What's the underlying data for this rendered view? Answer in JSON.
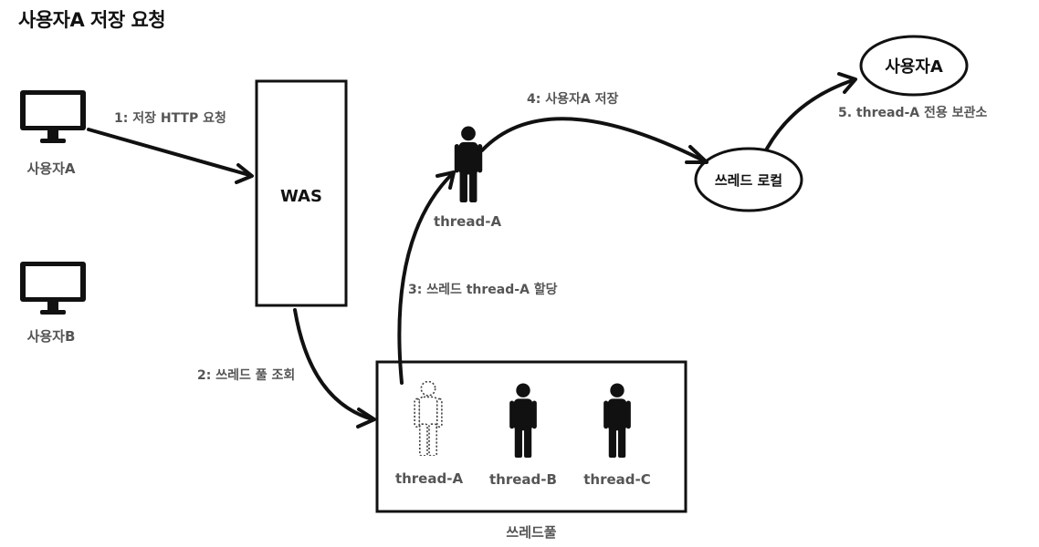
{
  "title": "사용자A 저장 요청",
  "clients": {
    "user_a": "사용자A",
    "user_b": "사용자B"
  },
  "was": "WAS",
  "steps": {
    "s1": "1: 저장 HTTP 요청",
    "s2": "2: 쓰레드 풀 조회",
    "s3": "3: 쓰레드 thread-A 할당",
    "s4": "4: 사용자A 저장",
    "s5": "5. thread-A 전용 보관소"
  },
  "active_thread": "thread-A",
  "thread_local": "쓰레드 로컬",
  "store_user": "사용자A",
  "pool": {
    "label": "쓰레드풀",
    "threads": [
      "thread-A",
      "thread-B",
      "thread-C"
    ]
  }
}
